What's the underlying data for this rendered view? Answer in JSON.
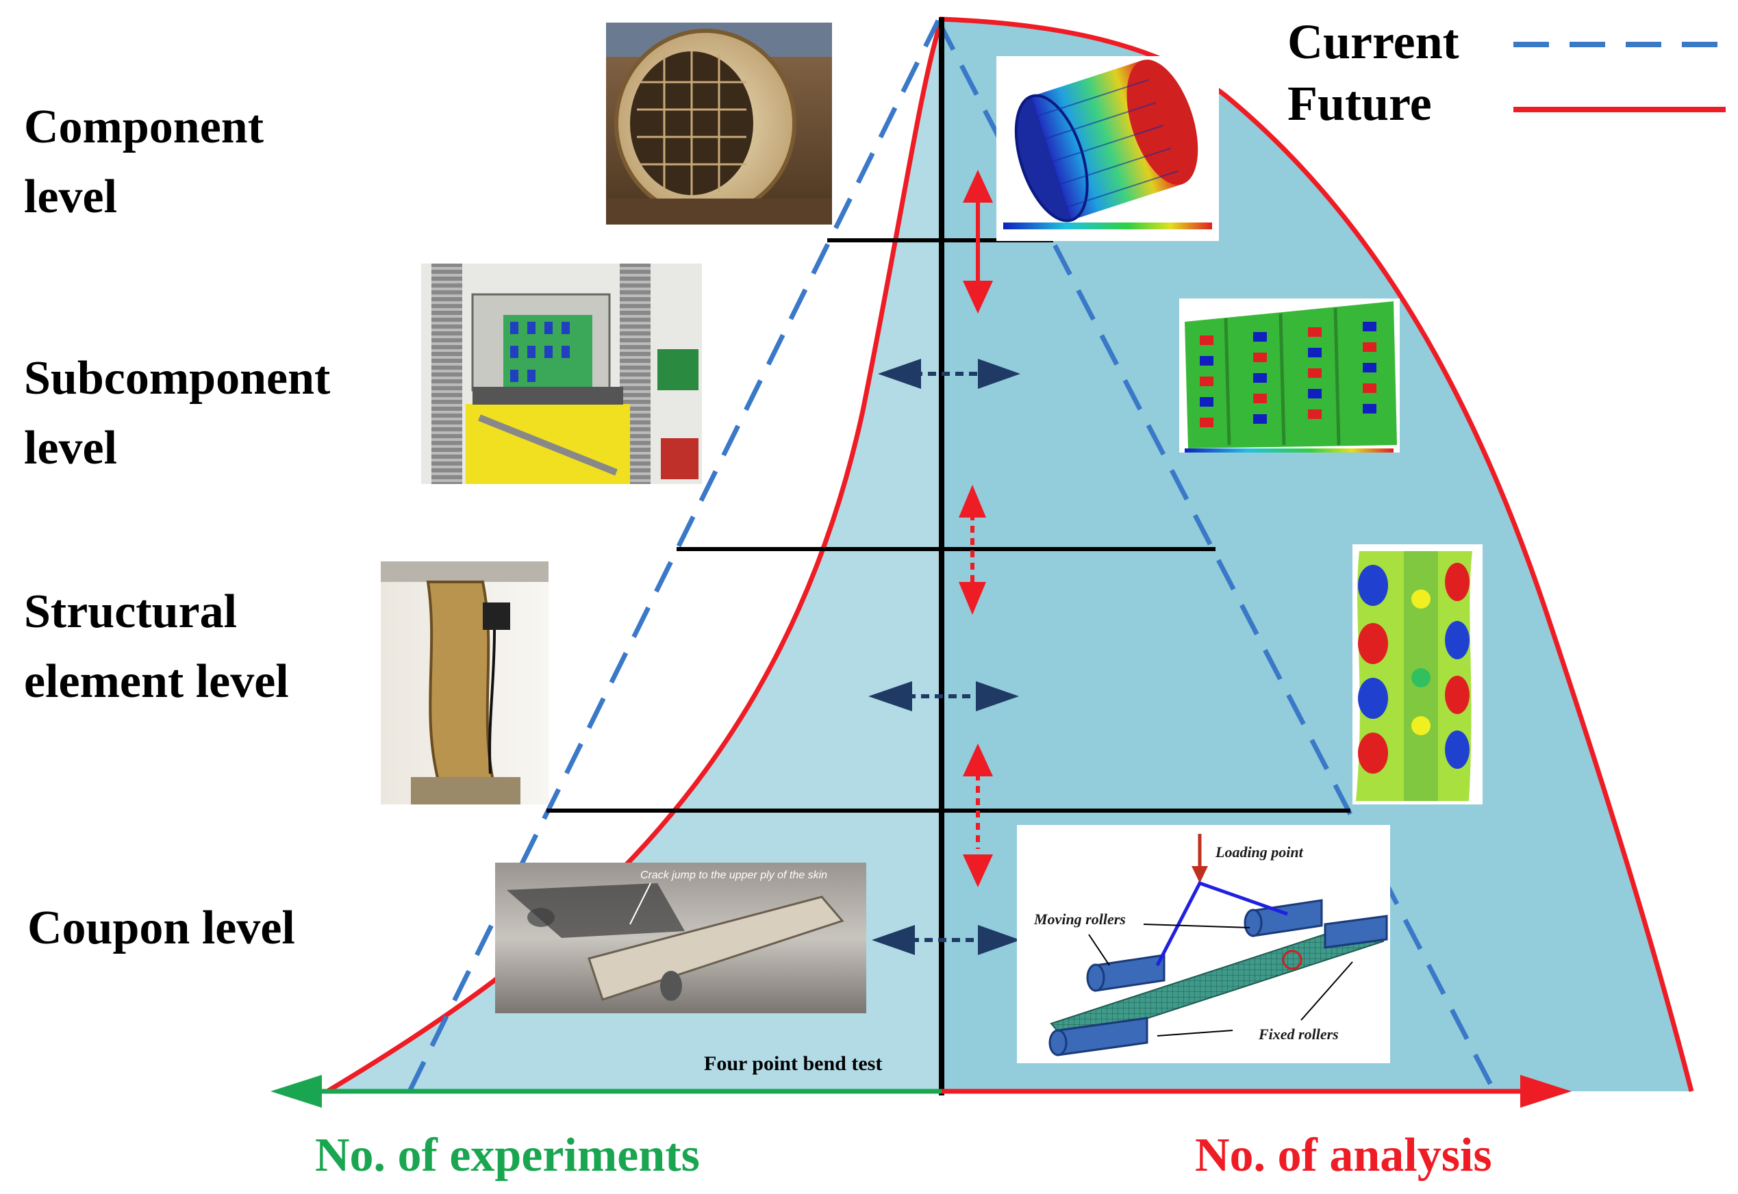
{
  "legend": {
    "current_label": "Current",
    "future_label": "Future",
    "current_color": "#3a78c8",
    "future_color": "#ee1c24"
  },
  "levels": [
    {
      "line1": "Component",
      "line2": "level"
    },
    {
      "line1": "Subcomponent",
      "line2": "level"
    },
    {
      "line1": "Structural",
      "line2": "element level"
    },
    {
      "line1": "Coupon level",
      "line2": ""
    }
  ],
  "axes": {
    "left_label": "No. of experiments",
    "right_label": "No. of analysis",
    "left_color": "#1aa650",
    "right_color": "#ee1c24"
  },
  "images": {
    "fuselage_photo": "fuselage-barrel-photo",
    "fuselage_fem": "fuselage-fem-contour",
    "panel_test": "stiffened-panel-test-photo",
    "panel_fem": "stiffened-panel-fem-contour",
    "element_test": "structural-element-test-photo",
    "element_fem": "structural-element-fem-contour",
    "coupon_photo": "coupon-crack-photo",
    "coupon_fem": "four-point-bend-fem"
  },
  "coupon_photo_caption": "Crack jump to the upper ply of the skin",
  "fem_labels": {
    "loading_point": "Loading point",
    "moving_rollers": "Moving rollers",
    "fixed_rollers": "Fixed rollers"
  },
  "four_point_caption": "Four point bend test",
  "fill_colors": {
    "left_region": "#b2dbe6",
    "right_region": "#93ccdb"
  }
}
